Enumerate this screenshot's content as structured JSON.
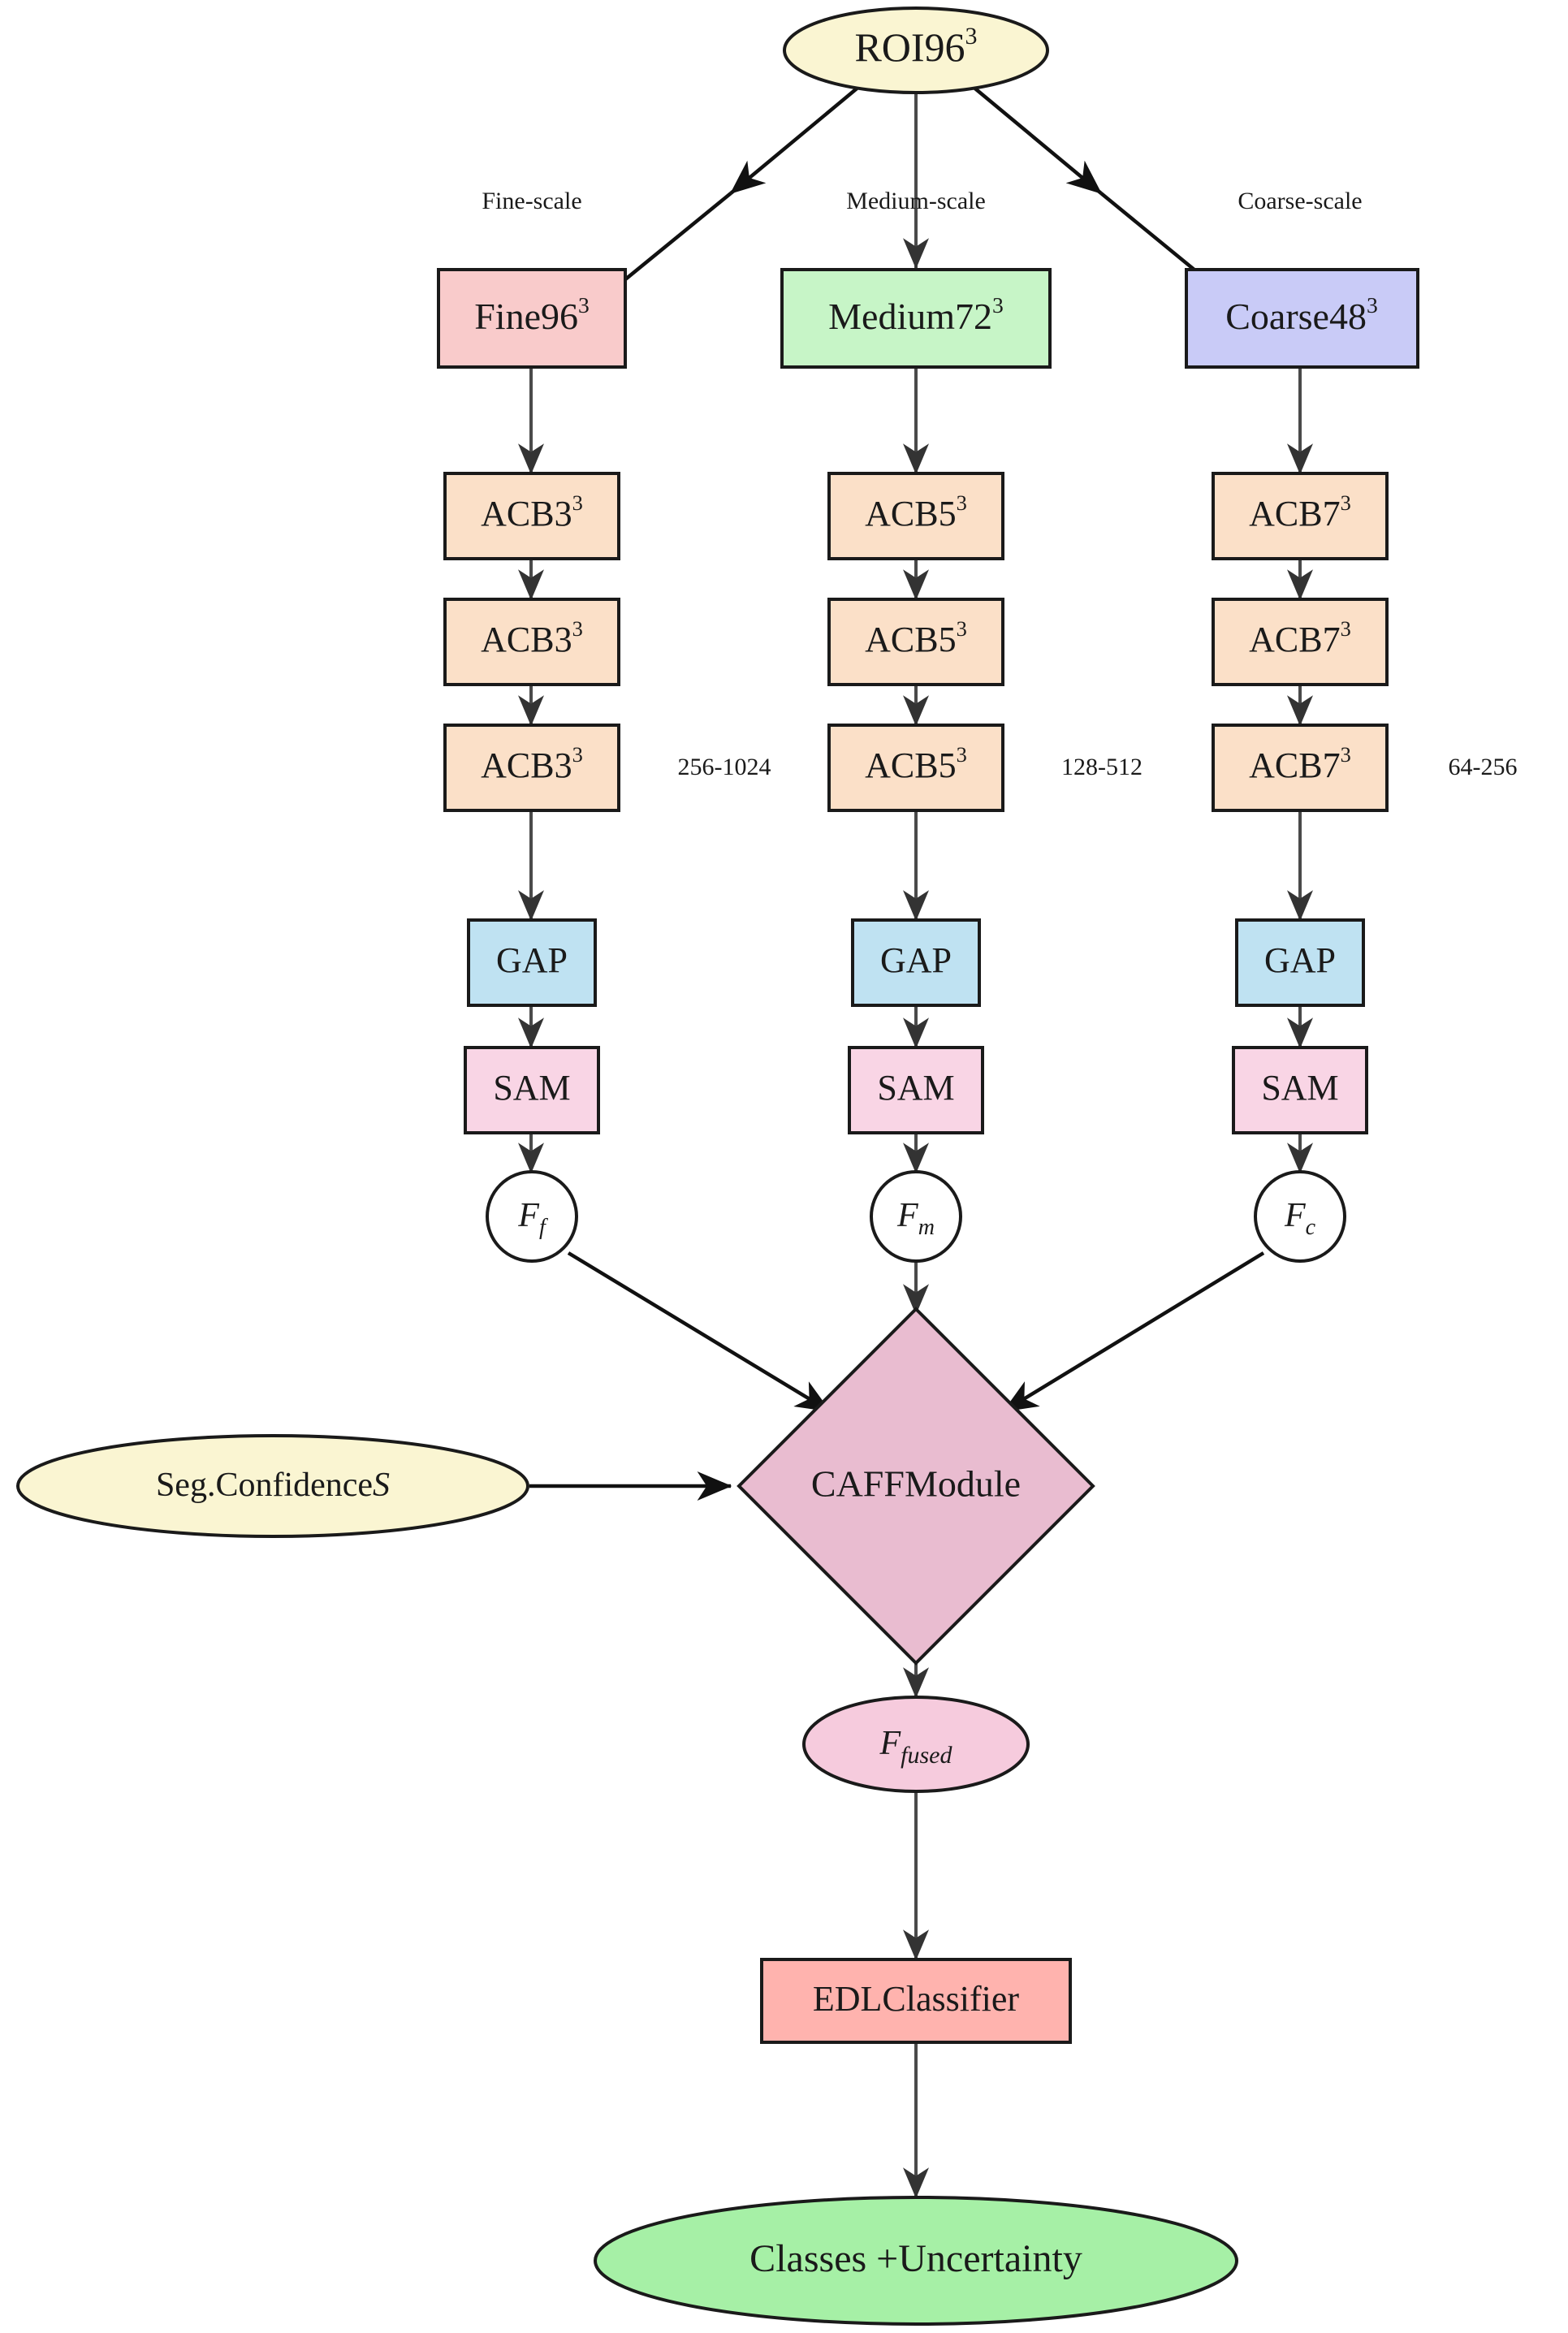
{
  "diagram": {
    "title": "Multi-scale ACB network with CAFF fusion and EDL classifier",
    "colors": {
      "roi_fill": "#faf5d2",
      "fine_fill": "#f9cbcb",
      "medium_fill": "#c7f5c7",
      "coarse_fill": "#c9cbf7",
      "acb_fill": "#fbe0c8",
      "gap_fill": "#bfe2f2",
      "sam_fill": "#f9d5e5",
      "caff_fill": "#e9bcd0",
      "fused_fill": "#f6cbdd",
      "edl_fill": "#ffb3ae",
      "out_fill": "#a6f0a6",
      "circle_fill": "#ffffff",
      "stroke": "#1a1a1a",
      "edge": "#4a4a4a"
    },
    "root": {
      "label": "ROI96",
      "exp": "3"
    },
    "scale_labels": [
      {
        "text": "Fine-scale"
      },
      {
        "text": "Medium-scale"
      },
      {
        "text": "Coarse-scale"
      }
    ],
    "branches": [
      {
        "input": {
          "label": "Fine96",
          "exp": "3"
        },
        "acb": [
          {
            "label": "ACB3",
            "exp": "3"
          },
          {
            "label": "ACB3",
            "exp": "3"
          },
          {
            "label": "ACB3",
            "exp": "3"
          }
        ],
        "channels": "256-1024",
        "gap": "GAP",
        "sam": "SAM",
        "feature": "F",
        "feature_sub": "f"
      },
      {
        "input": {
          "label": "Medium72",
          "exp": "3"
        },
        "acb": [
          {
            "label": "ACB5",
            "exp": "3"
          },
          {
            "label": "ACB5",
            "exp": "3"
          },
          {
            "label": "ACB5",
            "exp": "3"
          }
        ],
        "channels": "128-512",
        "gap": "GAP",
        "sam": "SAM",
        "feature": "F",
        "feature_sub": "m"
      },
      {
        "input": {
          "label": "Coarse48",
          "exp": "3"
        },
        "acb": [
          {
            "label": "ACB7",
            "exp": "3"
          },
          {
            "label": "ACB7",
            "exp": "3"
          },
          {
            "label": "ACB7",
            "exp": "3"
          }
        ],
        "channels": "64-256",
        "gap": "GAP",
        "sam": "SAM",
        "feature": "F",
        "feature_sub": "c"
      }
    ],
    "seg_confidence": {
      "label": "Seg.Confidence",
      "symbol": "S"
    },
    "caff": {
      "label": "CAFFModule"
    },
    "fused": {
      "label": "F",
      "sub": "fused"
    },
    "classifier": {
      "label": "EDLClassifier"
    },
    "output": {
      "label": "Classes +Uncertainty"
    }
  }
}
